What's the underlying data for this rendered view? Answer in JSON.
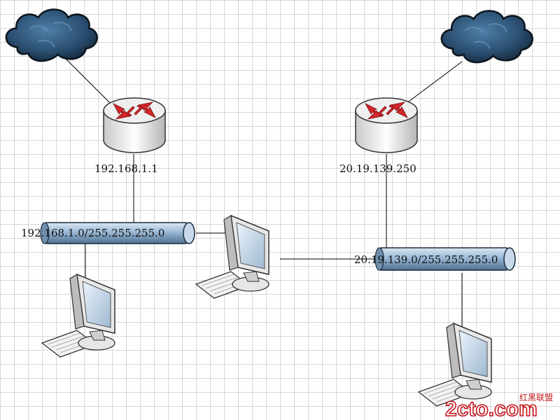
{
  "nodes": {
    "router_left_ip": "192.168.1.1",
    "router_right_ip": "20.19.139.250",
    "network_left": "192.168.1.0/255.255.255.0",
    "network_right": "20.19.139.0/255.255.255.0"
  },
  "icons": {
    "cloud": "cloud-icon",
    "router": "router-icon",
    "workstation": "workstation-icon",
    "network_bus": "network-bus-icon"
  },
  "colors": {
    "cloud": "#2a4e70",
    "bus": "#8fb0cf",
    "router_arrows": "#d3262b",
    "watermark_red": "#c4161c"
  },
  "watermark": {
    "brand": "2cto.com",
    "cn": "红黑联盟"
  }
}
